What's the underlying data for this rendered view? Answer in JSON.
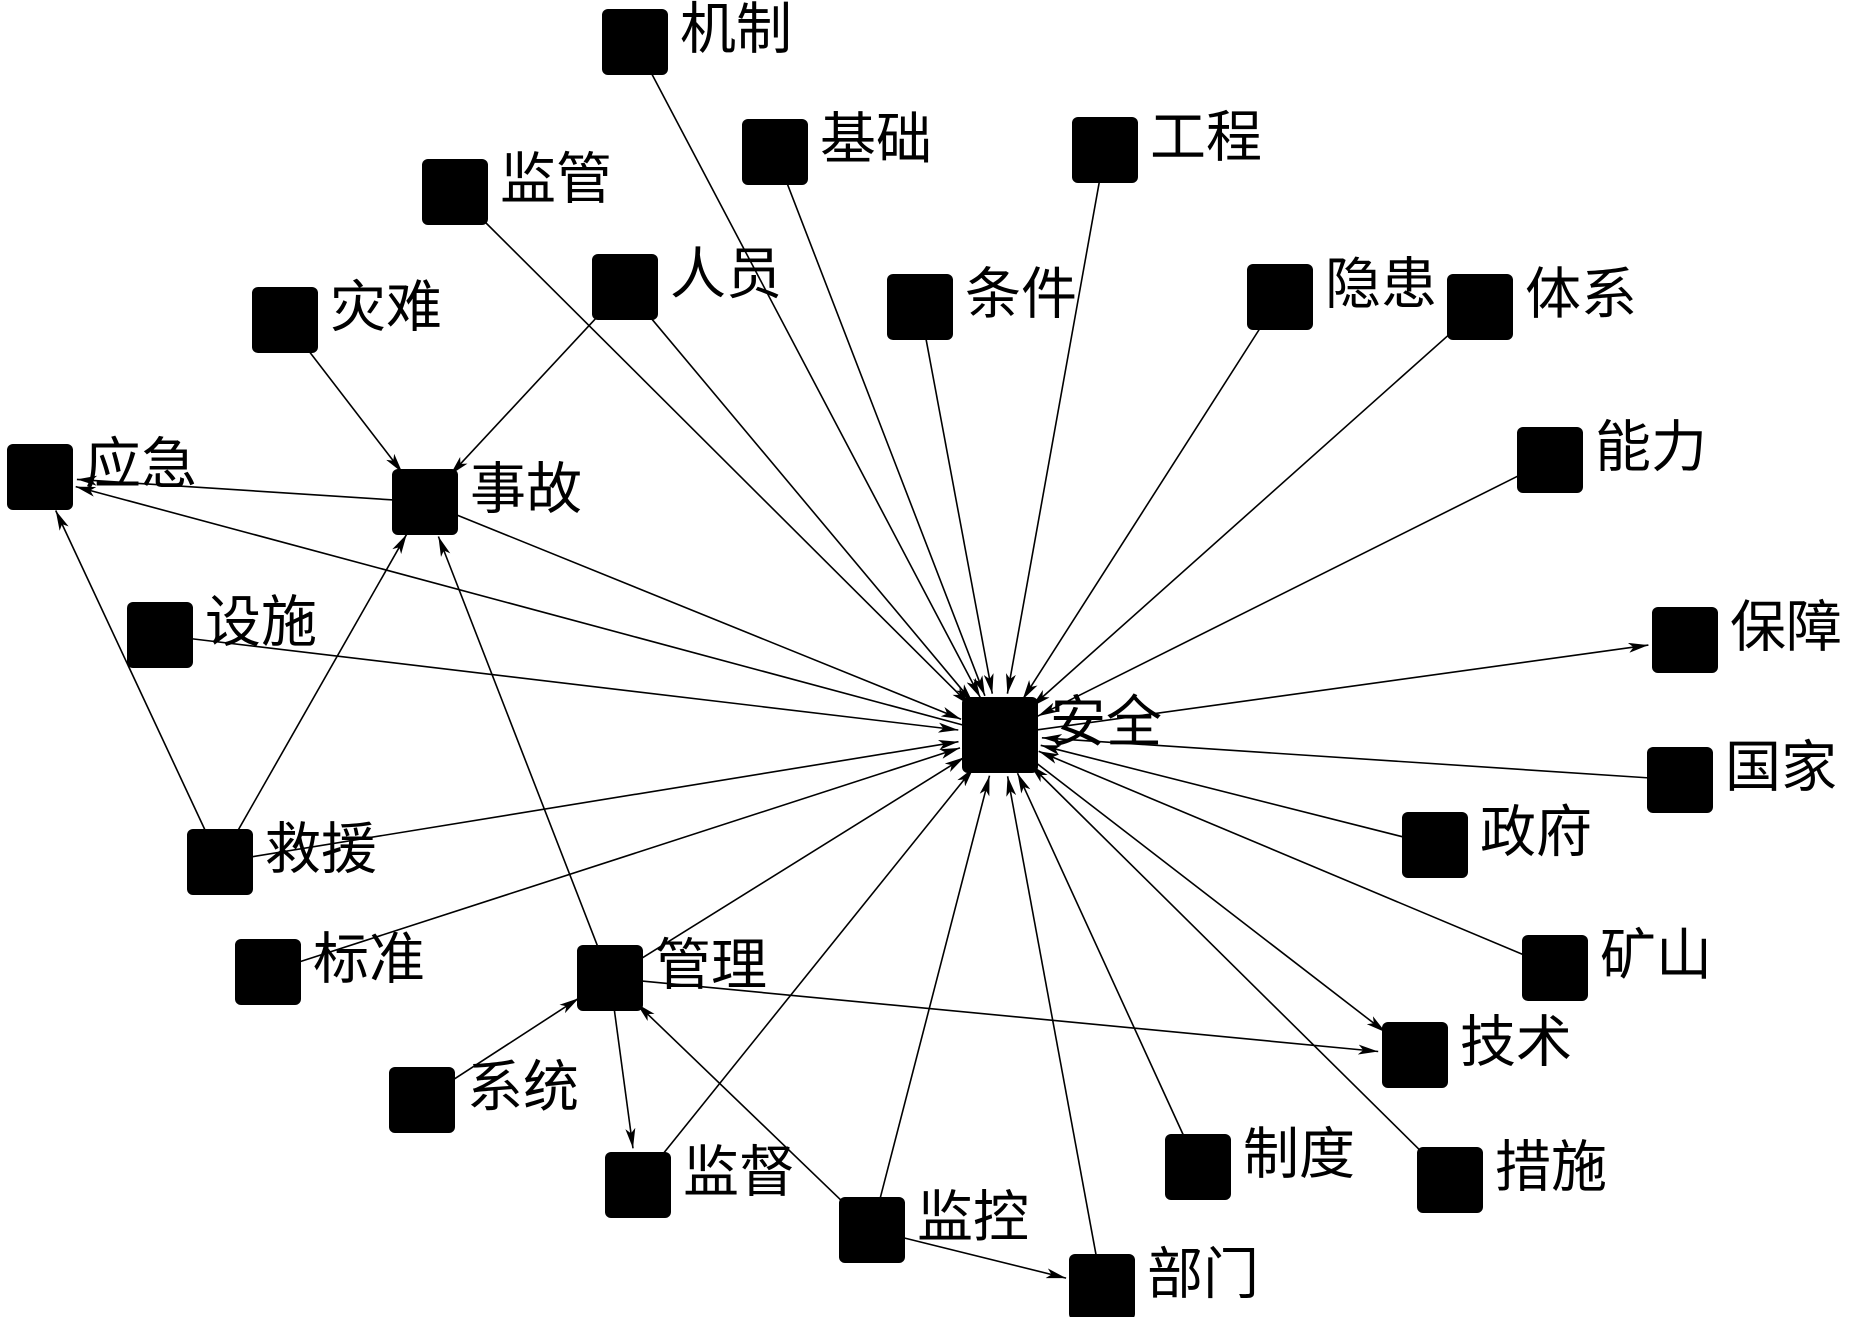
{
  "diagram": {
    "type": "directed-network",
    "colors": {
      "node": "#000000",
      "edge": "#000000",
      "background": "#ffffff"
    },
    "nodes": [
      {
        "id": "anquan",
        "label": "安全"
      },
      {
        "id": "jizhi",
        "label": "机制"
      },
      {
        "id": "jichu",
        "label": "基础"
      },
      {
        "id": "gongcheng",
        "label": "工程"
      },
      {
        "id": "jianguan",
        "label": "监管"
      },
      {
        "id": "renyuan",
        "label": "人员"
      },
      {
        "id": "zainan",
        "label": "灾难"
      },
      {
        "id": "tiaojian",
        "label": "条件"
      },
      {
        "id": "yinhuan",
        "label": "隐患"
      },
      {
        "id": "tixi",
        "label": "体系"
      },
      {
        "id": "yingji",
        "label": "应急"
      },
      {
        "id": "shigu",
        "label": "事故"
      },
      {
        "id": "nengli",
        "label": "能力"
      },
      {
        "id": "sheshi",
        "label": "设施"
      },
      {
        "id": "baozhang",
        "label": "保障"
      },
      {
        "id": "guojia",
        "label": "国家"
      },
      {
        "id": "jiuyuan",
        "label": "救援"
      },
      {
        "id": "zhengfu",
        "label": "政府"
      },
      {
        "id": "biaozhun",
        "label": "标准"
      },
      {
        "id": "guanli",
        "label": "管理"
      },
      {
        "id": "kuangshan",
        "label": "矿山"
      },
      {
        "id": "jishu",
        "label": "技术"
      },
      {
        "id": "xitong",
        "label": "系统"
      },
      {
        "id": "jiandu",
        "label": "监督"
      },
      {
        "id": "jiankong",
        "label": "监控"
      },
      {
        "id": "zhidu",
        "label": "制度"
      },
      {
        "id": "cuoshi",
        "label": "措施"
      },
      {
        "id": "bumen",
        "label": "部门"
      }
    ],
    "edges": [
      {
        "from": "jizhi",
        "to": "anquan"
      },
      {
        "from": "jichu",
        "to": "anquan"
      },
      {
        "from": "gongcheng",
        "to": "anquan"
      },
      {
        "from": "jianguan",
        "to": "anquan"
      },
      {
        "from": "renyuan",
        "to": "anquan"
      },
      {
        "from": "tiaojian",
        "to": "anquan"
      },
      {
        "from": "yinhuan",
        "to": "anquan"
      },
      {
        "from": "tixi",
        "to": "anquan"
      },
      {
        "from": "nengli",
        "to": "anquan"
      },
      {
        "from": "shigu",
        "to": "anquan"
      },
      {
        "from": "sheshi",
        "to": "anquan"
      },
      {
        "from": "jiuyuan",
        "to": "anquan"
      },
      {
        "from": "biaozhun",
        "to": "anquan"
      },
      {
        "from": "guanli",
        "to": "anquan"
      },
      {
        "from": "jiandu",
        "to": "anquan"
      },
      {
        "from": "jiankong",
        "to": "anquan"
      },
      {
        "from": "bumen",
        "to": "anquan"
      },
      {
        "from": "zhidu",
        "to": "anquan"
      },
      {
        "from": "cuoshi",
        "to": "anquan"
      },
      {
        "from": "kuangshan",
        "to": "anquan"
      },
      {
        "from": "zhengfu",
        "to": "anquan"
      },
      {
        "from": "guojia",
        "to": "anquan"
      },
      {
        "from": "anquan",
        "to": "baozhang"
      },
      {
        "from": "anquan",
        "to": "yingji"
      },
      {
        "from": "anquan",
        "to": "jishu"
      },
      {
        "from": "renyuan",
        "to": "shigu"
      },
      {
        "from": "zainan",
        "to": "shigu"
      },
      {
        "from": "shigu",
        "to": "yingji"
      },
      {
        "from": "jiuyuan",
        "to": "shigu"
      },
      {
        "from": "jiuyuan",
        "to": "yingji"
      },
      {
        "from": "guanli",
        "to": "shigu"
      },
      {
        "from": "guanli",
        "to": "jishu"
      },
      {
        "from": "guanli",
        "to": "jiandu"
      },
      {
        "from": "xitong",
        "to": "guanli"
      },
      {
        "from": "jiankong",
        "to": "guanli"
      },
      {
        "from": "jiankong",
        "to": "bumen"
      }
    ]
  }
}
